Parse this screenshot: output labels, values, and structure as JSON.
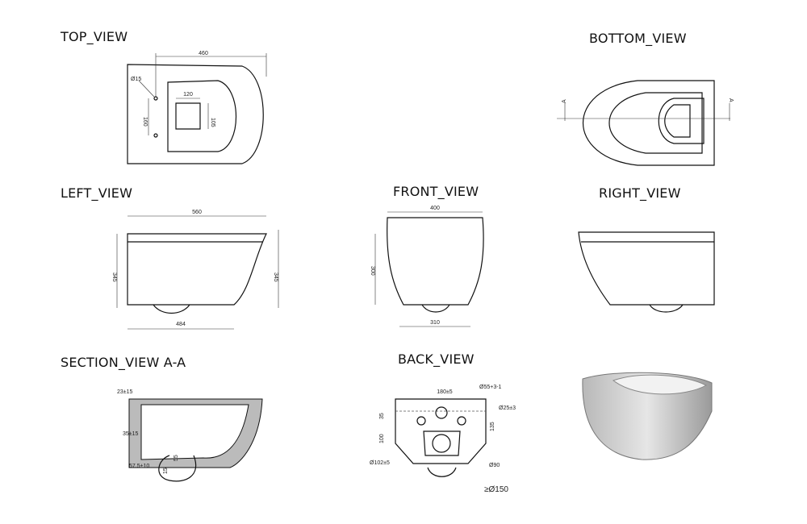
{
  "views": {
    "top": {
      "title": "TOP_VIEW",
      "dims": {
        "width": "460",
        "inner_width": "120",
        "inner_height": "105",
        "hole_spacing": "160",
        "hole": "Ø15"
      }
    },
    "bottom": {
      "title": "BOTTOM_VIEW",
      "section_marker": "A"
    },
    "left": {
      "title": "LEFT_VIEW",
      "dims": {
        "length": "560",
        "height_left": "345",
        "height_right": "345",
        "base": "484"
      }
    },
    "front": {
      "title": "FRONT_VIEW",
      "dims": {
        "width": "400",
        "height": "300",
        "base": "310"
      }
    },
    "right": {
      "title": "RIGHT_VIEW"
    },
    "section": {
      "title": "SECTION_VIEW  A-A",
      "dims": {
        "top": "23±15",
        "mid": "35±15",
        "bottom": "57.5±10",
        "trap": "55",
        "drop": "15"
      }
    },
    "back": {
      "title": "BACK_VIEW",
      "dims": {
        "spacing": "180±5",
        "inlet": "Ø55+3-1",
        "side_hole": "Ø25±3",
        "depth": "35",
        "height": "100",
        "right_height": "135",
        "outlet": "Ø102±5",
        "outlet_inner": "Ø90",
        "outlet_outer": "≥Ø150"
      }
    },
    "render": {
      "label": ""
    }
  }
}
